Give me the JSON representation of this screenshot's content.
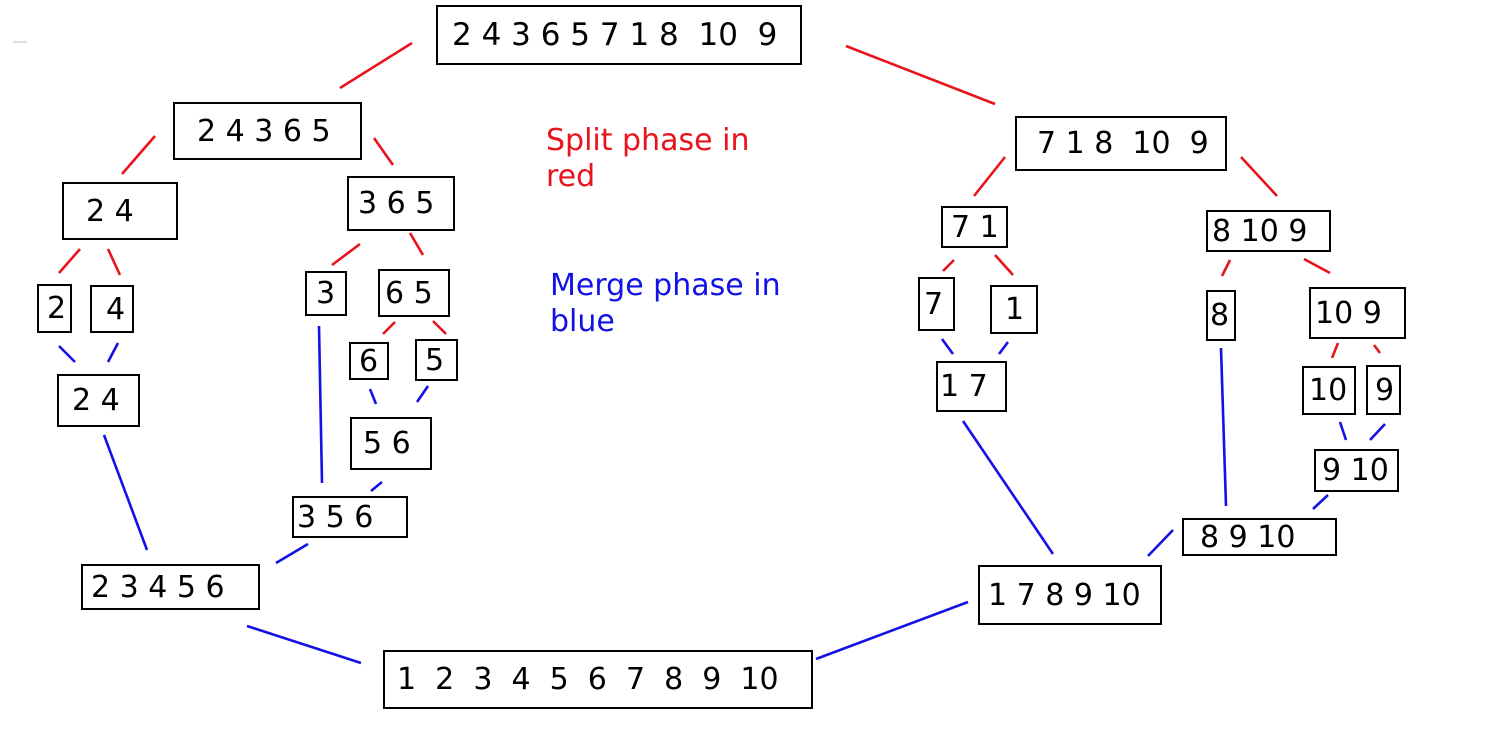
{
  "colors": {
    "split": "#e8131b",
    "merge": "#1212e6",
    "box_border": "#000000"
  },
  "legend": {
    "split_line1": "Split phase in",
    "split_line2": "red",
    "merge_line1": "Merge phase in",
    "merge_line2": "blue"
  },
  "nodes": {
    "root": "2 4 3 6 5 7 1 8  10  9",
    "l1_left": "2 4 3 6 5",
    "l1_right": "7 1 8  10  9",
    "l2_24": "2 4",
    "l2_365": "3 6 5",
    "l3_2": "2",
    "l3_4": "4",
    "m_24": "2 4",
    "l3_3": "3",
    "l3_65": "6 5",
    "l4_6": "6",
    "l4_5": "5",
    "m_56": "5 6",
    "m_356": "3 5 6",
    "m_23456": "2 3 4 5 6",
    "final": "1  2  3  4  5  6  7  8  9  10",
    "r2_71": "7 1",
    "r2_8109": "8 10 9",
    "r3_7": "7",
    "r3_1": "1",
    "m_17": "1 7",
    "r3_8": "8",
    "r3_109": "10 9",
    "r4_10": "10",
    "r4_9": "9",
    "m_910": "9 10",
    "m_8910": "8 9 10",
    "m_178910": "1 7 8 9 10"
  }
}
